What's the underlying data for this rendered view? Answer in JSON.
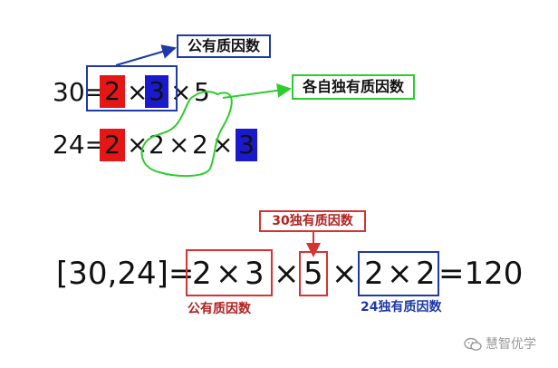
{
  "colors": {
    "red": "#e51616",
    "blue": "#1a1acc",
    "box_blue": "#1f3aa6",
    "green": "#2ecc2e",
    "dark_red": "#c0392b",
    "label_blue": "#1f3aa6",
    "label_red": "#b22222"
  },
  "top": {
    "common_label": "公有质因数",
    "unique_label": "各自独有质因数",
    "line1": {
      "prefix": "30=",
      "f1": "2",
      "f2": "3",
      "f3": "5"
    },
    "line2": {
      "prefix": "24=",
      "f1": "2",
      "f2": "2",
      "f3": "2",
      "f4": "3"
    },
    "times": "×"
  },
  "bottom": {
    "lhs": "[30,24]=",
    "a": "2",
    "b": "3",
    "c": "5",
    "d": "2",
    "e": "2",
    "rhs": "=120",
    "times": "×",
    "label_30": "30独有质因数",
    "label_common": "公有质因数",
    "label_24": "24独有质因数"
  },
  "watermark": {
    "icon": "wechat-icon",
    "text": "慧智优学"
  }
}
